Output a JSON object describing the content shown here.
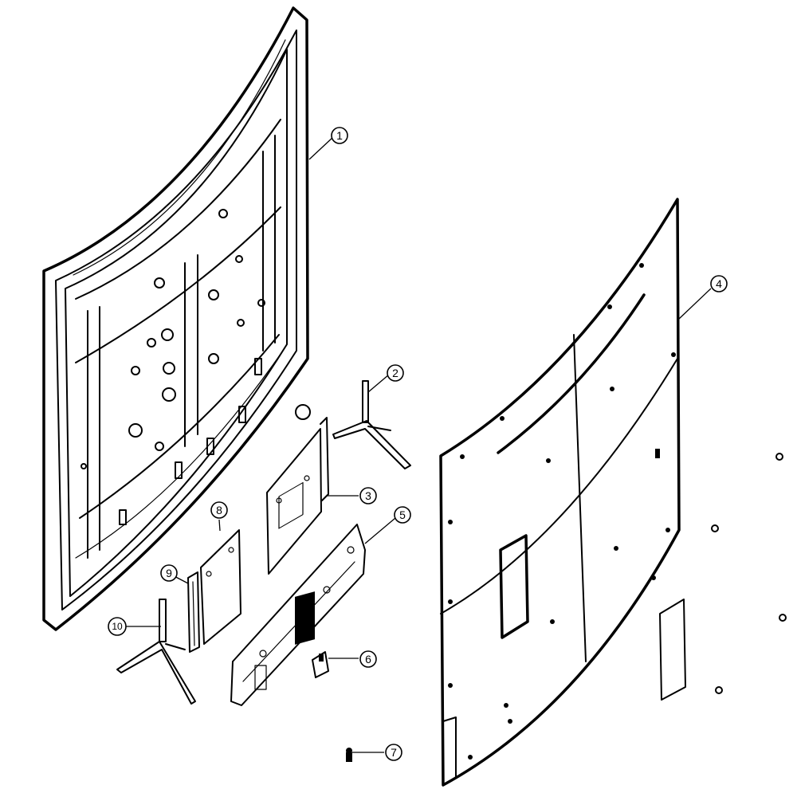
{
  "callouts": [
    {
      "label": "1"
    },
    {
      "label": "2"
    },
    {
      "label": "3"
    },
    {
      "label": "4"
    },
    {
      "label": "5"
    },
    {
      "label": "6"
    },
    {
      "label": "7"
    },
    {
      "label": "8"
    },
    {
      "label": "9"
    },
    {
      "label": "10"
    }
  ]
}
